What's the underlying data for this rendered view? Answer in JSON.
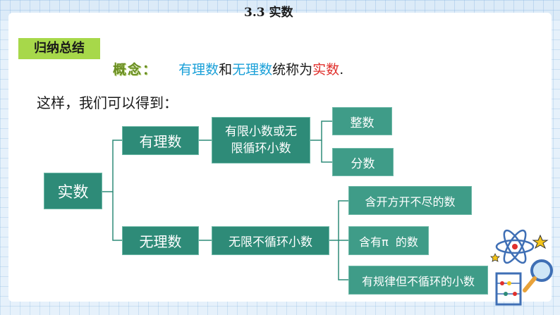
{
  "title": "3.3 实数",
  "summary_tag": "归纳总结",
  "concept": {
    "label": "概念：",
    "rational": "有理数",
    "and": "和",
    "irrational": "无理数",
    "unified": "统称为",
    "real": "实数",
    "period": "."
  },
  "intro": "这样，我们可以得到：",
  "tree": {
    "root": "实数",
    "rational": {
      "label": "有理数",
      "desc": "有限小数或无限循环小数",
      "children": [
        "整数",
        "分数"
      ]
    },
    "irrational": {
      "label": "无理数",
      "desc": "无限不循环小数",
      "children": [
        "含开方开不尽的数",
        "含有π  的数",
        "有规律但不循环的小数"
      ]
    }
  },
  "icons": [
    "atom-icon",
    "star-icon",
    "magnifier-icon",
    "abacus-icon"
  ]
}
